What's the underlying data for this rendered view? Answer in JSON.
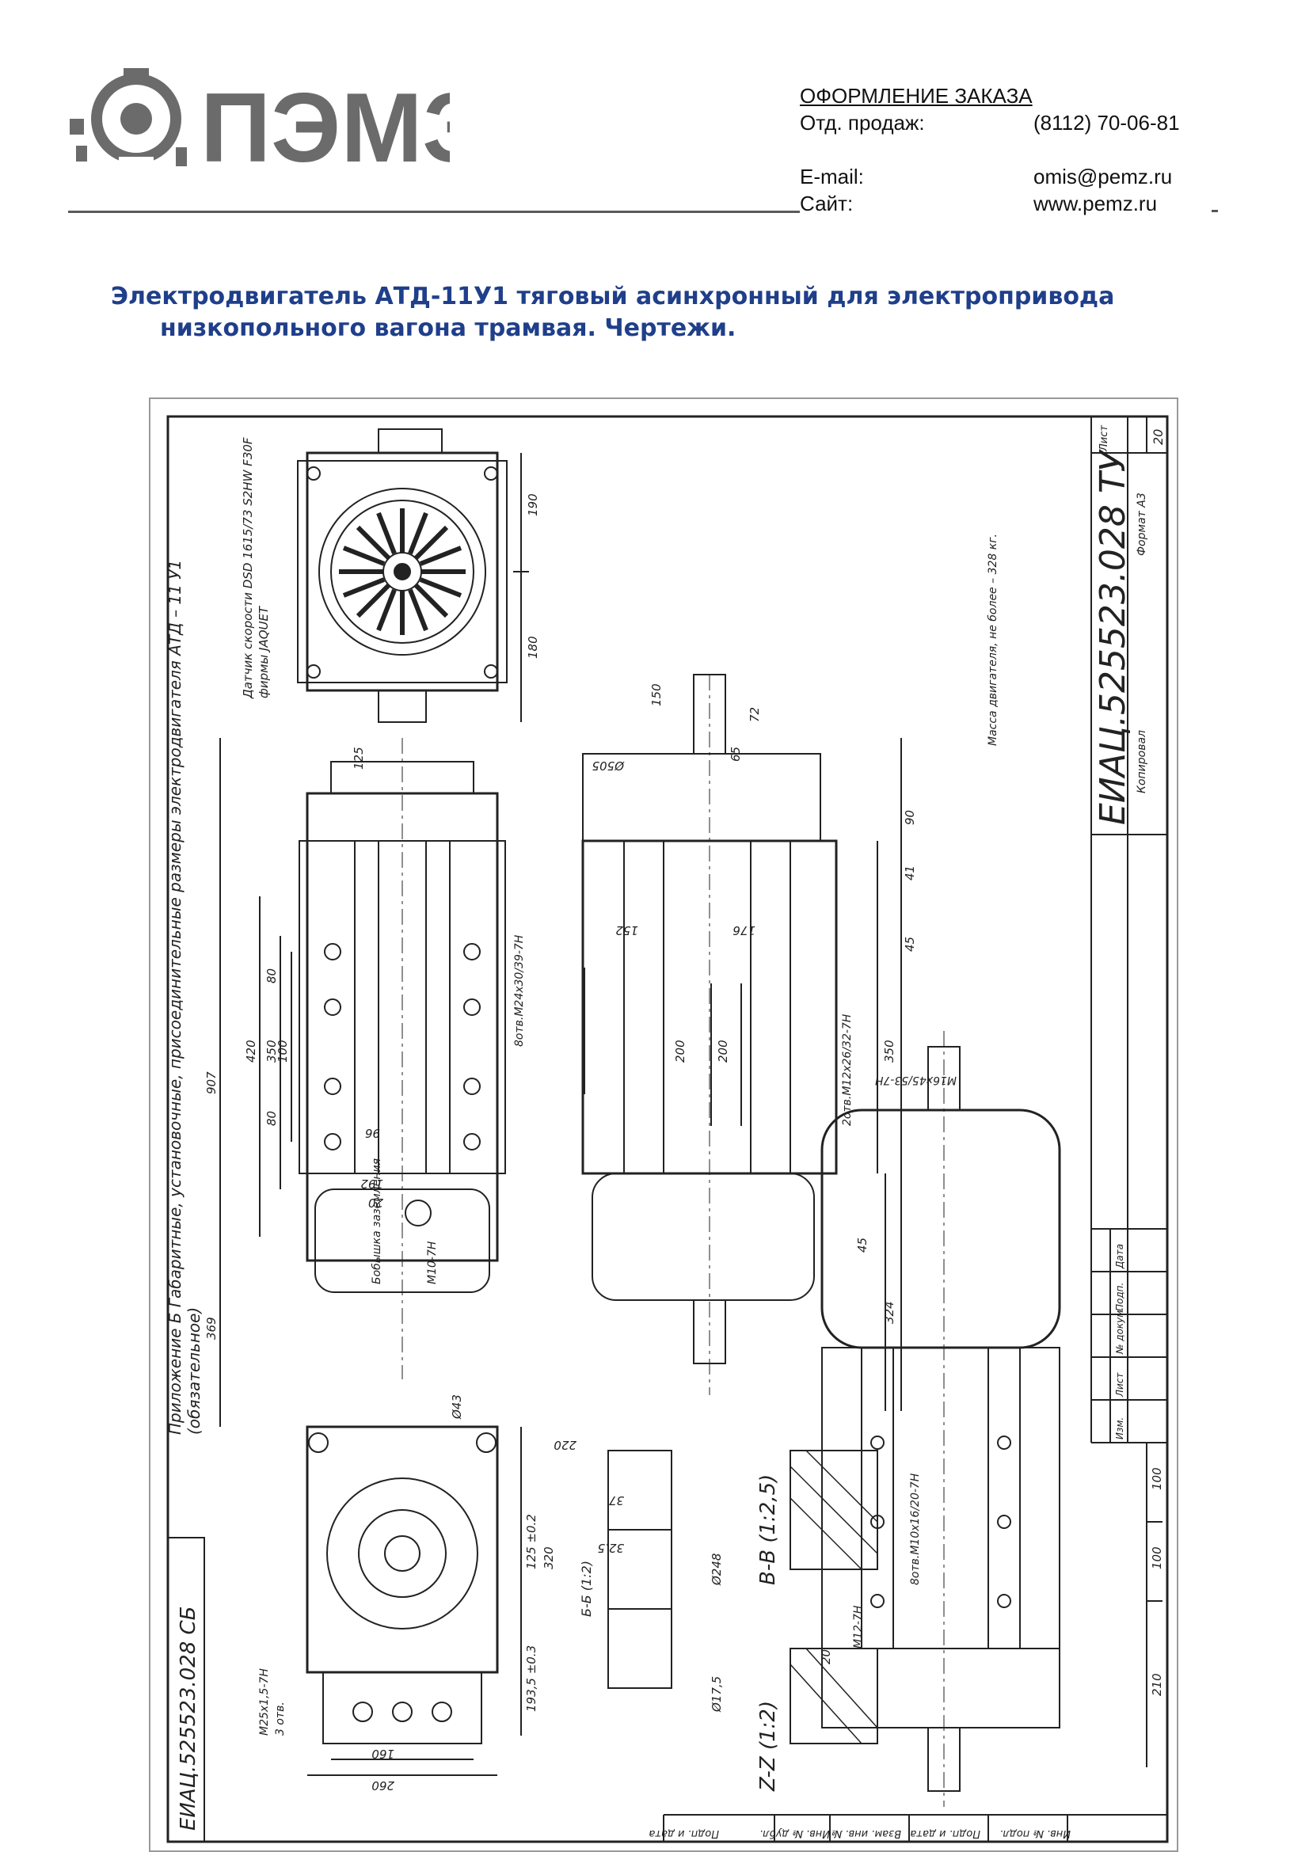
{
  "logo": {
    "text": "ПЭМЗ"
  },
  "contacts": {
    "heading": "ОФОРМЛЕНИЕ ЗАКАЗА",
    "sales_label": "Отд. продаж:",
    "sales_phone": "(8112) 70-06-81",
    "email_label": "E-mail:",
    "email_value": "omis@pemz.ru",
    "site_label": "Сайт:",
    "site_value": "www.pemz.ru"
  },
  "title": {
    "line1": "Электродвигатель АТД-11У1 тяговый асинхронный для электропривода",
    "line2": "низкопольного вагона трамвая. Чертежи."
  },
  "drawing": {
    "appendix": "Приложение Б  Габаритные, установочные, присоединительные размеры электродвигателя АТД – 11 У1",
    "appendix_note": "(обязательное)",
    "doc_code": "ЕИАЦ.525523.028 ТУ",
    "doc_code_side": "ЕИАЦ.525523.028 СБ",
    "sheet_label": "Лист",
    "sheet_number": "20",
    "format": "Формат   А3",
    "copied": "Копировал",
    "mass_note": "Масса двигателя, не более – 328 кг.",
    "speed_sensor": "Датчик скорости DSD 1615/73 S2HW F30F",
    "speed_sensor_2": "фирмы JAQUET",
    "stamp_cols": [
      "Изм.",
      "Лист",
      "№ докум.",
      "Подп.",
      "Дата"
    ],
    "bottom_cols": [
      "Инв. № подл.",
      "Подп. и дата",
      "Взам. инв. №",
      "Инв. № дубл.",
      "Подп. и дата"
    ],
    "section_bb": "В-В (1:2,5)",
    "section_zz": "Z-Z (1:2)",
    "section_b": "Б-Б (1:2)",
    "labels": [
      "Бобышка заземления",
      "M10-7H",
      "8отв.M24x30/39-7H",
      "2отв.M12x26/32-7H",
      "8отв.M10x16/20-7H",
      "M16x45/53-7H",
      "M25x1,5-7H",
      "3 отв.",
      "M12-7H"
    ],
    "dims": [
      "190",
      "180",
      "72",
      "65",
      "90",
      "41",
      "45",
      "350",
      "324",
      "45",
      "152",
      "176",
      "200",
      "200",
      "907",
      "420",
      "350",
      "369",
      "80",
      "100",
      "80",
      "96",
      "192",
      "20",
      "Ø43",
      "220",
      "125 ±0.2",
      "320",
      "193,5 ±0.3",
      "160",
      "260",
      "100",
      "100",
      "210",
      "37",
      "32,5",
      "Ø248",
      "Ø17,5",
      "20",
      "125",
      "150",
      "Ø505"
    ]
  }
}
